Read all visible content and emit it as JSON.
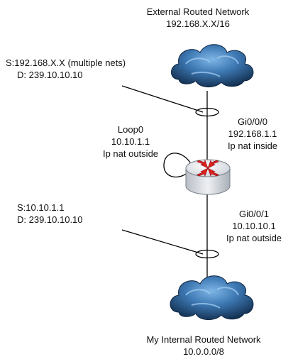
{
  "external_network": {
    "name": "External Routed Network",
    "subnet": "192.168.X.X/16"
  },
  "internal_network": {
    "name": "My Internal Routed Network",
    "subnet": "10.0.0.0/8"
  },
  "flow_top": {
    "source": "S:192.168.X.X (multiple nets)",
    "dest": "D: 239.10.10.10"
  },
  "flow_bottom": {
    "source": "S:10.10.1.1",
    "dest": "D: 239.10.10.10"
  },
  "loopback": {
    "name": "Loop0",
    "ip": "10.10.1.1",
    "nat": "Ip nat outside"
  },
  "gi000": {
    "name": "Gi0/0/0",
    "ip": "192.168.1.1",
    "nat": "Ip nat inside"
  },
  "gi001": {
    "name": "Gi0/0/1",
    "ip": "10.10.10.1",
    "nat": "Ip nat outside"
  },
  "colors": {
    "cloud_dark": "#1d3f66",
    "cloud_light": "#5f9fd6",
    "router_body": "#d9dde3",
    "router_arrows": "#e02020",
    "line": "#000000"
  }
}
